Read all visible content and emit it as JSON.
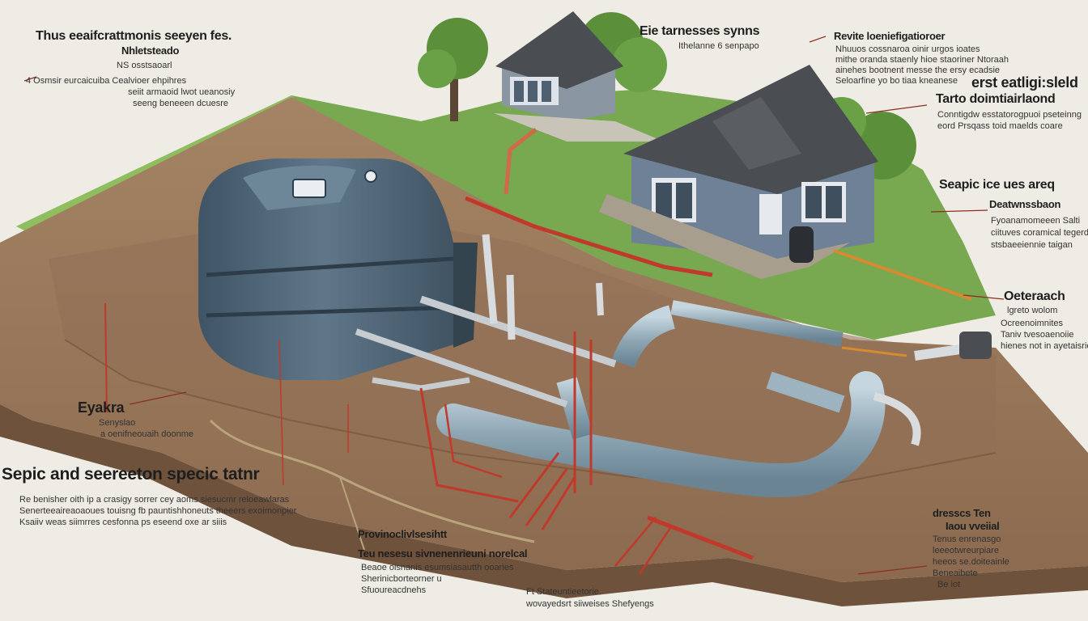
{
  "colors": {
    "background": "#efece5",
    "soil": "#8b6a4f",
    "soil_edge": "#6f523b",
    "grass": "#6fa04a",
    "tank": "#4f6577",
    "pipe": "#9db3c0",
    "pipe_red": "#c0392b",
    "house_wall": "#6e8196",
    "roof": "#4a4d52",
    "tree": "#5c8f3a"
  },
  "icons": [
    "house-icon",
    "tank-icon",
    "tree-icon",
    "pipe-icon",
    "distribution-box-icon"
  ],
  "labels": {
    "tl_title": "Thus eeaifcrattmonis seeyen fes.",
    "tl_sub": "Nhletsteado",
    "tl_sub2": "NS osstsaoarl",
    "tl_note1": "4  Osmsir eurcaicuiba  Cealvioer ehpihres",
    "tl_note2": "seiit  armaoid lwot ueanosiy",
    "tl_note3": "seeng beneeen  dcuesre",
    "top_title": "Eie tarnesses synns",
    "top_sub": "Ithelanne 6 senpapo",
    "tr_title": "Revite loeniefigatioroer",
    "tr_l1": "Nhuuos cossnaroa oinir urgos ioates",
    "tr_l2": "mithe oranda  staenly  hioe  staoriner  Ntoraah",
    "tr_l3": "ainehes bootnent  messe  the  ersy  ecadsie",
    "tr_l4": "Seloarfine  yo  bo  tiaa  kneanese",
    "tr_big1": "erst eatligi:sleld",
    "tr_big2": "Tarto doimtiairlaond",
    "tr_l5": "Conntigdw  esstatorogpuoi  pseteinng",
    "tr_l6": "eord Prsqass  toid  maelds coare",
    "r1_title": "Seapic ice ues areq",
    "r1_sub": "Deatwnssbaon",
    "r1_l1": "Fyoanamomeeen  Salti",
    "r1_l2": "ciituves  coramical  tegerd",
    "r1_l3": "stsbaeeiennie  taigan",
    "r2_title": "Oeteraach",
    "r2_sub": "lgreto wolom",
    "r2_l1": "Ocreenoimnites",
    "r2_l2": "Taniv  tvesoaenoiie",
    "r2_l3": "hienes  not in ayetaisrie",
    "l1_title": "Eyakra",
    "l1_l1": "Senyslao",
    "l1_l2": "a oenifneouaih  doonme",
    "l2_title": "Sepic and seereeton specic tatnr",
    "l2_l1": "Re benisher oith  ip  a  crasigy  sorrer  cey  aoms  siesucmr  reloeawlaras",
    "l2_l2": "Senerteeaireaoaoues  touisng  fb  pauntishhoneuts  theeers  exoimonpier",
    "l2_l3": "Ksaiiv  weas  siimrres  cesfonna  ps  eseend  oxe  ar  siiis",
    "bc_title": "Provinoclivlsesihtt",
    "bc_sub": "Teu nesesu sivnenenrieuni norelcal",
    "bc_l1": "Beaoe  oisnanis  esumsiasautth  ooaries",
    "bc_l2": "Sherinicborteorner  u",
    "bc_l3": "Sfuoureacdnehs",
    "bc2_l1": "Ft  Stateuntieetorie.",
    "bc2_l2": "wovayedsrt siiweises  Shefyengs",
    "br_title": "dresscs  Ten",
    "br_sub": "Iaou  vveiial",
    "br_l1": "Tenus  enrenasgo",
    "br_l2": "leeeotwreurpiare",
    "br_l3": "heeos  se.doiteainle",
    "br_l4": "Beneaibete",
    "br_l5": "Be iot"
  }
}
